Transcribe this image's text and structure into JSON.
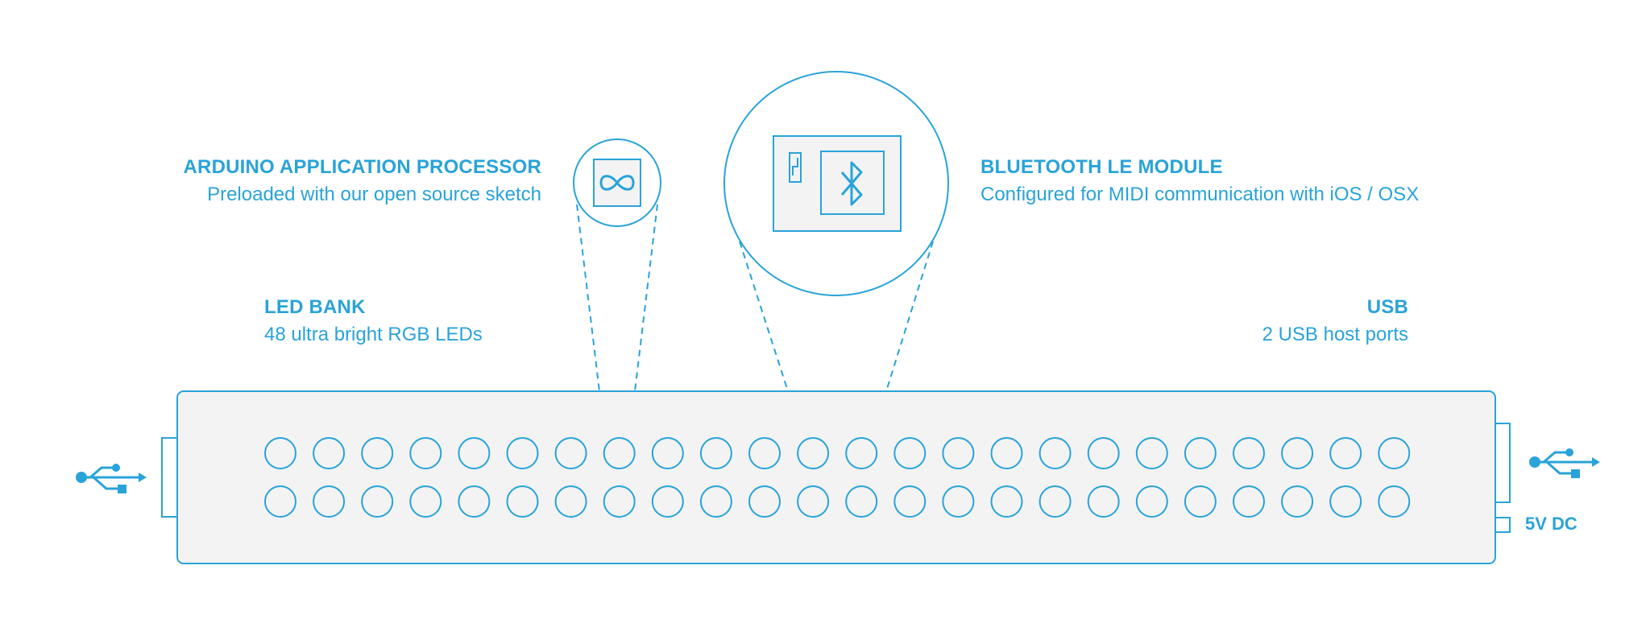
{
  "colors": {
    "accent": "#29a3d8",
    "device_fill": "#f3f3f3",
    "background": "#ffffff"
  },
  "labels": {
    "arduino": {
      "title": "ARDUINO APPLICATION PROCESSOR",
      "desc": "Preloaded with our open source sketch"
    },
    "bluetooth": {
      "title": "BLUETOOTH LE MODULE",
      "desc": "Configured for MIDI communication with iOS / OSX"
    },
    "led_bank": {
      "title": "LED BANK",
      "desc": "48 ultra bright RGB LEDs"
    },
    "usb": {
      "title": "USB",
      "desc": "2 USB host ports"
    },
    "power": "5V DC"
  },
  "led_grid": {
    "rows": 2,
    "columns": 24
  },
  "icons": [
    "usb-icon-left",
    "usb-icon-right",
    "arduino-infinity-icon",
    "bluetooth-icon"
  ]
}
